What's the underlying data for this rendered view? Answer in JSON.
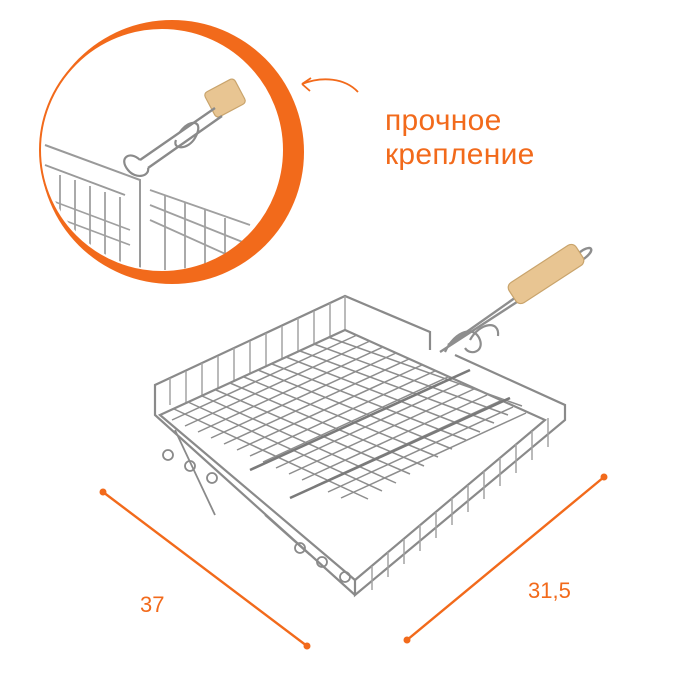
{
  "callout": {
    "line1": "прочное",
    "line2": "крепление"
  },
  "dimensions": {
    "length": "37",
    "width": "31,5"
  },
  "colors": {
    "accent": "#f26a1b",
    "wire": "#9a9a9a",
    "wood": "#e8c592"
  },
  "icons": {
    "arrow": "curved-arrow-icon",
    "zoom": "zoom-circle"
  }
}
